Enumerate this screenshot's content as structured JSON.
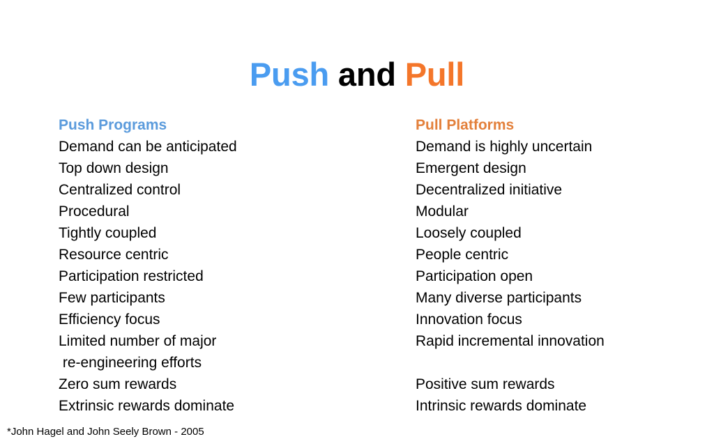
{
  "title": {
    "part_push": "Push",
    "part_and": " and ",
    "part_pull": "Pull",
    "color_push": "#4a9cf0",
    "color_and": "#000000",
    "color_pull": "#f4762a"
  },
  "columns": {
    "push": {
      "heading": "Push Programs",
      "heading_color": "#5b9bdc",
      "items": [
        "Demand can be anticipated",
        "Top down design",
        "Centralized control",
        "Procedural",
        "Tightly coupled",
        "Resource centric",
        "Participation restricted",
        "Few participants",
        "Efficiency focus",
        "Limited number of major",
        " re-engineering efforts",
        "Zero sum rewards",
        "Extrinsic rewards dominate"
      ]
    },
    "pull": {
      "heading": "Pull Platforms",
      "heading_color": "#e3803b",
      "items": [
        "Demand is highly uncertain",
        "Emergent design",
        "Decentralized initiative",
        "Modular",
        "Loosely coupled",
        "People centric",
        "Participation open",
        "Many diverse participants",
        "Innovation focus",
        "Rapid incremental innovation",
        "",
        "Positive sum rewards",
        "Intrinsic rewards dominate"
      ]
    }
  },
  "footnote": "*John Hagel and John Seely Brown - 2005"
}
